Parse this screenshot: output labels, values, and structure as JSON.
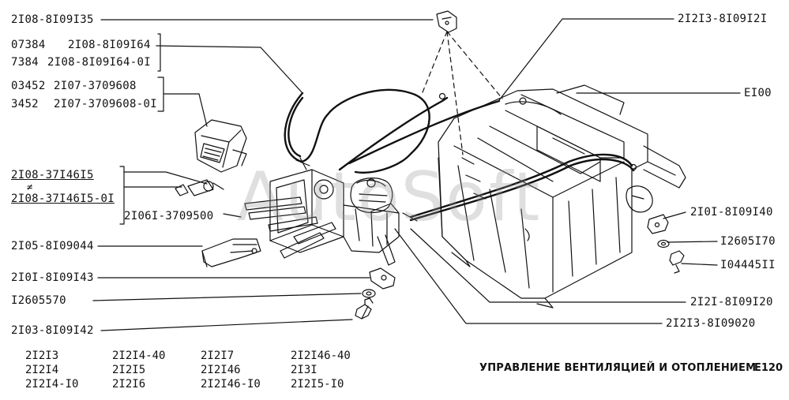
{
  "left_labels": {
    "l1": "2I08-8I09I35",
    "l2a": "07384",
    "l2b": "2I08-8I09I64",
    "l3a": "7384",
    "l3b": "2I08-8I09I64-0I",
    "l4a": "03452",
    "l4b": "2I07-3709608",
    "l5a": "3452",
    "l5b": "2I07-3709608-0I",
    "l6": "2I08-37I46I5",
    "l6sep": "≠",
    "l7": "2I08-37I46I5-0I",
    "l8": "2I06I-3709500",
    "l9": "2I05-8I09044",
    "l10": "2I0I-8I09I43",
    "l11": "I2605570",
    "l12": "2I03-8I09I42"
  },
  "right_labels": {
    "r1": "2I2I3-8I09I2I",
    "r2": "EI00",
    "r3": "2I0I-8I09I40",
    "r4": "I2605I70",
    "r5": "I04445II",
    "r6": "2I2I-8I09I20",
    "r7": "2I2I3-8I09020"
  },
  "models": {
    "col1": [
      "2I2I3",
      "2I2I4",
      "2I2I4-I0"
    ],
    "col2": [
      "2I2I4-40",
      "2I2I5",
      "2I2I6"
    ],
    "col3": [
      "2I2I7",
      "2I2I46",
      "2I2I46-I0"
    ],
    "col4": [
      "2I2I46-40",
      "2I3I",
      "2I2I5-I0"
    ]
  },
  "caption": "УПРАВЛЕНИЕ ВЕНТИЛЯЦИЕЙ И ОТОПЛЕНИЕМ",
  "page_code": "E120",
  "watermark": "AutoSoft",
  "colors": {
    "ink": "#111111",
    "paper": "#ffffff"
  }
}
